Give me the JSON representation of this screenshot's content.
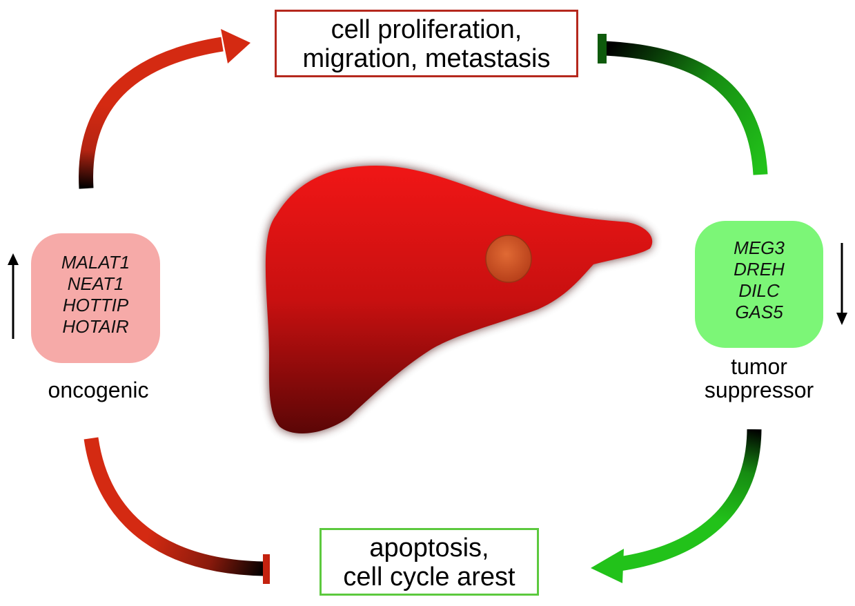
{
  "top_outcome": {
    "lines": [
      "cell proliferation,",
      "migration, metastasis"
    ],
    "border_color": "#b5281d"
  },
  "bottom_outcome": {
    "lines": [
      "apoptosis,",
      "cell cycle arest"
    ],
    "border_color": "#5cc93e"
  },
  "oncogenic": {
    "genes": [
      "MALAT1",
      "NEAT1",
      "HOTTIP",
      "HOTAIR"
    ],
    "label": "oncogenic",
    "box_color": "#f6aaa8",
    "arrow_color": "#d42a12",
    "expression_direction": "up"
  },
  "tumor_suppressor": {
    "genes": [
      "MEG3",
      "DREH",
      "DILC",
      "GAS5"
    ],
    "label_lines": [
      "tumor",
      "suppressor"
    ],
    "box_color": "#7cf677",
    "arrow_color": "#22c21a",
    "expression_direction": "down"
  },
  "center_image": {
    "icon": "liver-with-tumor-icon",
    "liver_color": "#d21414",
    "tumor_color": "#d55a2a"
  }
}
